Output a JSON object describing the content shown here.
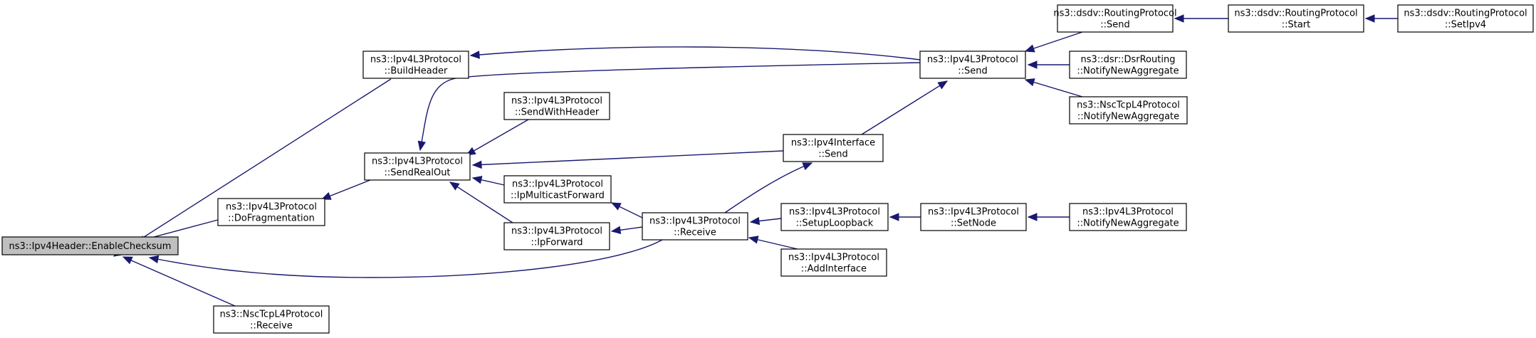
{
  "graph": {
    "edge_color": "#191970",
    "root_fill": "#bfbfbf",
    "nodes": [
      {
        "id": "root",
        "lines": [
          "ns3::Ipv4Header::EnableChecksum"
        ],
        "root": true
      },
      {
        "id": "build",
        "lines": [
          "ns3::Ipv4L3Protocol",
          "::BuildHeader"
        ]
      },
      {
        "id": "dofrag",
        "lines": [
          "ns3::Ipv4L3Protocol",
          "::DoFragmentation"
        ]
      },
      {
        "id": "nscrx",
        "lines": [
          "ns3::NscTcpL4Protocol",
          "::Receive"
        ]
      },
      {
        "id": "sro",
        "lines": [
          "ns3::Ipv4L3Protocol",
          "::SendRealOut"
        ]
      },
      {
        "id": "swh",
        "lines": [
          "ns3::Ipv4L3Protocol",
          "::SendWithHeader"
        ]
      },
      {
        "id": "ipmf",
        "lines": [
          "ns3::Ipv4L3Protocol",
          "::IpMulticastForward"
        ]
      },
      {
        "id": "ipf",
        "lines": [
          "ns3::Ipv4L3Protocol",
          "::IpForward"
        ]
      },
      {
        "id": "recv",
        "lines": [
          "ns3::Ipv4L3Protocol",
          "::Receive"
        ]
      },
      {
        "id": "ifsend",
        "lines": [
          "ns3::Ipv4Interface",
          "::Send"
        ]
      },
      {
        "id": "setlb",
        "lines": [
          "ns3::Ipv4L3Protocol",
          "::SetupLoopback"
        ]
      },
      {
        "id": "addif",
        "lines": [
          "ns3::Ipv4L3Protocol",
          "::AddInterface"
        ]
      },
      {
        "id": "l3send",
        "lines": [
          "ns3::Ipv4L3Protocol",
          "::Send"
        ]
      },
      {
        "id": "setnode",
        "lines": [
          "ns3::Ipv4L3Protocol",
          "::SetNode"
        ]
      },
      {
        "id": "dsdvsend",
        "lines": [
          "ns3::dsdv::RoutingProtocol",
          "::Send"
        ]
      },
      {
        "id": "dsrnna",
        "lines": [
          "ns3::dsr::DsrRouting",
          "::NotifyNewAggregate"
        ]
      },
      {
        "id": "nscnna",
        "lines": [
          "ns3::NscTcpL4Protocol",
          "::NotifyNewAggregate"
        ]
      },
      {
        "id": "l3nna",
        "lines": [
          "ns3::Ipv4L3Protocol",
          "::NotifyNewAggregate"
        ]
      },
      {
        "id": "dsdvstart",
        "lines": [
          "ns3::dsdv::RoutingProtocol",
          "::Start"
        ]
      },
      {
        "id": "dsdvsetipv4",
        "lines": [
          "ns3::dsdv::RoutingProtocol",
          "::SetIpv4"
        ]
      }
    ],
    "edges": [
      {
        "from": "build",
        "to": "root"
      },
      {
        "from": "dofrag",
        "to": "root"
      },
      {
        "from": "nscrx",
        "to": "root"
      },
      {
        "from": "recv",
        "to": "root"
      },
      {
        "from": "sro",
        "to": "dofrag"
      },
      {
        "from": "l3send",
        "to": "build"
      },
      {
        "from": "swh",
        "to": "sro"
      },
      {
        "from": "ipmf",
        "to": "sro"
      },
      {
        "from": "ipf",
        "to": "sro"
      },
      {
        "from": "l3send",
        "to": "sro"
      },
      {
        "from": "ifsend",
        "to": "sro"
      },
      {
        "from": "recv",
        "to": "ipmf"
      },
      {
        "from": "recv",
        "to": "ipf"
      },
      {
        "from": "recv",
        "to": "ifsend"
      },
      {
        "from": "ifsend",
        "to": "l3send"
      },
      {
        "from": "setlb",
        "to": "recv"
      },
      {
        "from": "addif",
        "to": "recv"
      },
      {
        "from": "setnode",
        "to": "setlb"
      },
      {
        "from": "l3nna",
        "to": "setnode"
      },
      {
        "from": "dsdvsend",
        "to": "l3send"
      },
      {
        "from": "dsrnna",
        "to": "l3send"
      },
      {
        "from": "nscnna",
        "to": "l3send"
      },
      {
        "from": "dsdvstart",
        "to": "dsdvsend"
      },
      {
        "from": "dsdvsetipv4",
        "to": "dsdvstart"
      }
    ]
  }
}
